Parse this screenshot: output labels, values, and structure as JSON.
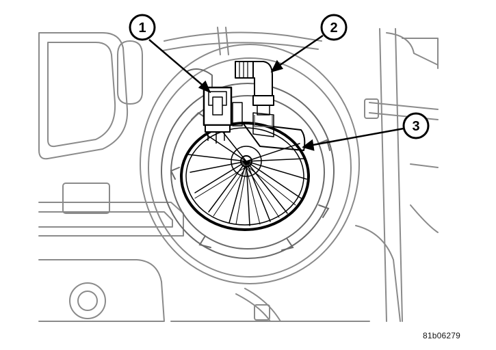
{
  "figure": {
    "id_label": "81b06279"
  },
  "callouts": [
    {
      "number": "1"
    },
    {
      "number": "2"
    },
    {
      "number": "3"
    }
  ],
  "colors": {
    "line": "#000000",
    "light_line": "#8a8a8a",
    "background": "#ffffff"
  }
}
